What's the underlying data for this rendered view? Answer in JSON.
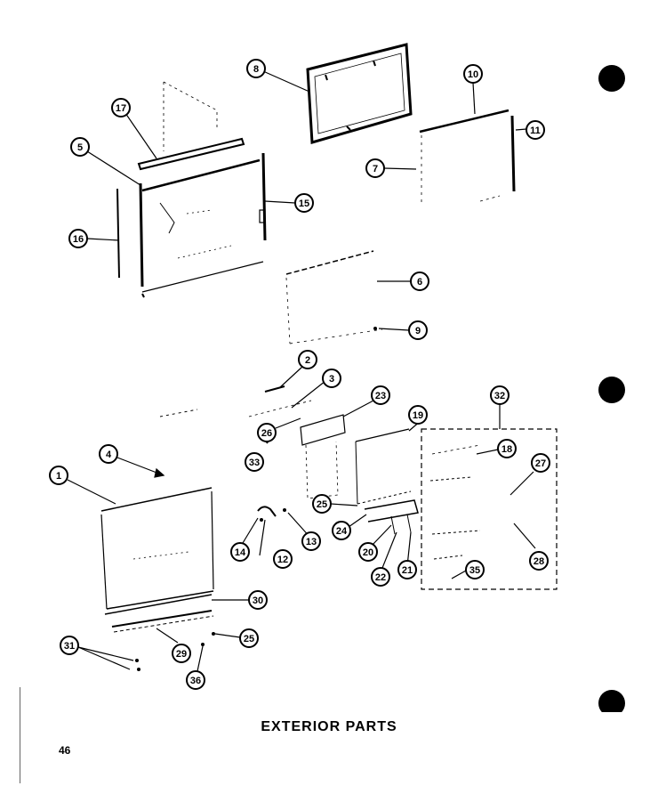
{
  "title": "EXTERIOR PARTS",
  "page_number": "46",
  "callouts": [
    "8",
    "17",
    "5",
    "10",
    "11",
    "7",
    "15",
    "16",
    "6",
    "9",
    "2",
    "3",
    "23",
    "26",
    "19",
    "32",
    "4",
    "1",
    "33",
    "18",
    "27",
    "25",
    "24",
    "20",
    "22",
    "21",
    "28",
    "14",
    "12",
    "13",
    "35",
    "30",
    "31",
    "29",
    "25",
    "36"
  ]
}
